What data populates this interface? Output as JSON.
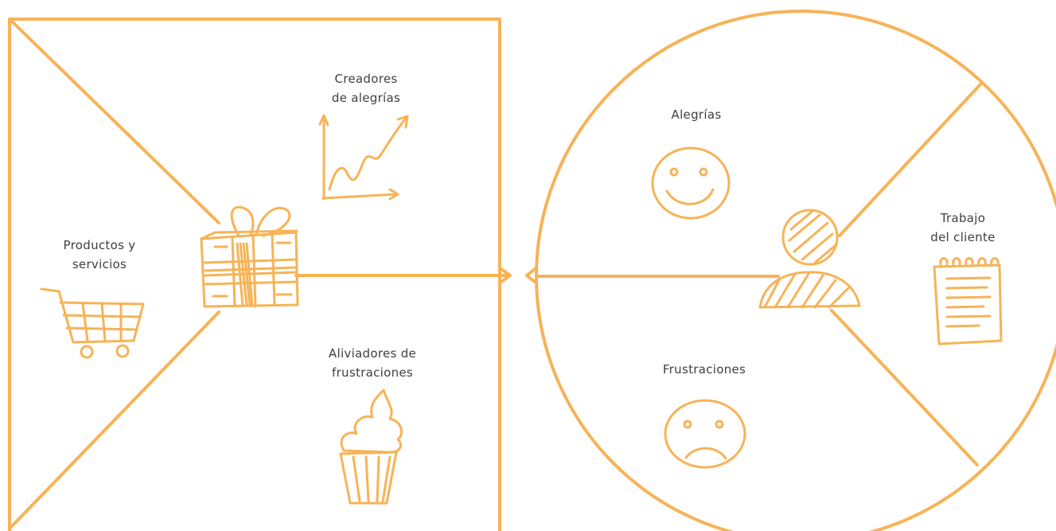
{
  "colors": {
    "stroke": "#f7b357",
    "text": "#3f3f3f",
    "background": "#ffffff"
  },
  "value_map": {
    "gain_creators": {
      "line1": "Creadores",
      "line2": "de alegrías",
      "icon": "growth-chart-icon"
    },
    "products_services": {
      "line1": "Productos y",
      "line2": "servicios",
      "icon": "shopping-cart-icon"
    },
    "pain_relievers": {
      "line1": "Aliviadores de",
      "line2": "frustraciones",
      "icon": "cupcake-icon"
    },
    "center_icon": "gift-box-icon"
  },
  "customer_profile": {
    "gains": {
      "label": "Alegrías",
      "icon": "smiley-face-icon"
    },
    "customer_jobs": {
      "line1": "Trabajo",
      "line2": "del cliente",
      "icon": "notepad-icon"
    },
    "pains": {
      "label": "Frustraciones",
      "icon": "sad-face-icon"
    },
    "center_icon": "person-icon"
  },
  "connector_icon": "double-arrow-icon"
}
